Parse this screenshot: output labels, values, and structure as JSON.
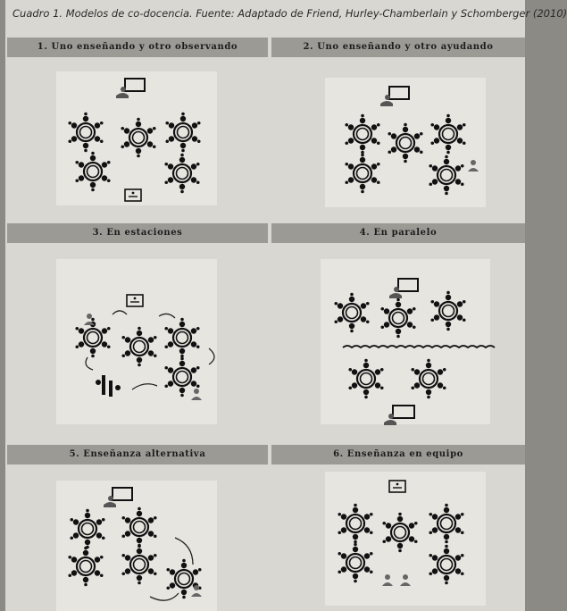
{
  "caption": "Cuadro 1. Modelos de co-docencia. Fuente: Adaptado de Friend, Hurley-Chamberlain y Schomberger (2010)",
  "panels": [
    {
      "title": "1. Uno enseñando y otro observando"
    },
    {
      "title": "2. Uno enseñando y otro ayudando"
    },
    {
      "title": "3. En estaciones"
    },
    {
      "title": "4. En paralelo"
    },
    {
      "title": "5. Enseñanza alternativa"
    },
    {
      "title": "6. Enseñanza en equipo"
    }
  ],
  "icons": [
    "teacher-at-board-icon",
    "student-table-icon",
    "teacher-icon",
    "screen-icon",
    "flow-arrow-icon",
    "wave-divider-icon"
  ]
}
